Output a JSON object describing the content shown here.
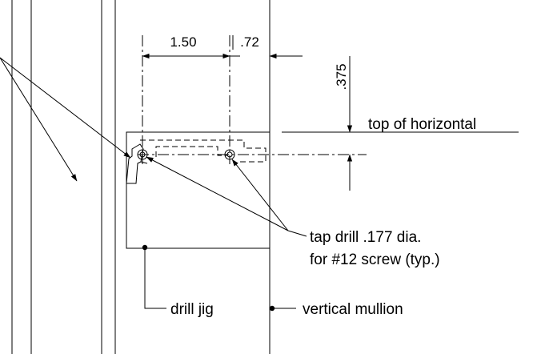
{
  "dimensions": {
    "width_1": "1.50",
    "width_2": ".72",
    "height_1": ".375"
  },
  "annotations": {
    "top_of_horizontal": "top of horizontal",
    "tap_drill_line1": "tap drill .177 dia.",
    "tap_drill_line2": "for #12 screw (typ.)",
    "drill_jig": "drill jig",
    "vertical_mullion": "vertical mullion"
  },
  "colors": {
    "line": "#000000",
    "background": "#ffffff"
  }
}
